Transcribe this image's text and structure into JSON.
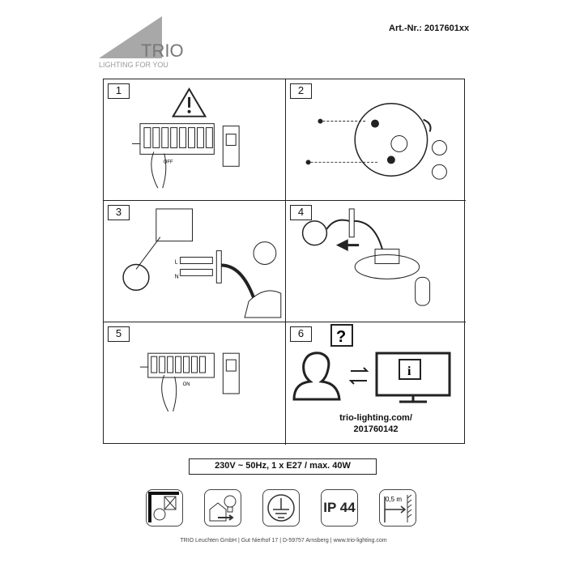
{
  "header": {
    "brand": "TRIO",
    "tagline": "LIGHTING FOR YOU",
    "article_number": "Art.-Nr.: 2017601xx"
  },
  "panels": [
    {
      "number": "1",
      "switch_label": "OFF"
    },
    {
      "number": "2"
    },
    {
      "number": "3",
      "wire_labels": [
        "L",
        "N"
      ]
    },
    {
      "number": "4"
    },
    {
      "number": "5",
      "switch_label": "ON"
    },
    {
      "number": "6",
      "url": "trio-lighting.com/",
      "code": "201760142"
    }
  ],
  "spec": "230V ~ 50Hz, 1 x E27 / max. 40W",
  "symbols": {
    "ip_rating": "IP 44",
    "distance": "0,5 m"
  },
  "footer": "TRIO Leuchten GmbH  |  Gut Nierhof 17  |  D-59757 Arnsberg  |  www.trio-lighting.com"
}
